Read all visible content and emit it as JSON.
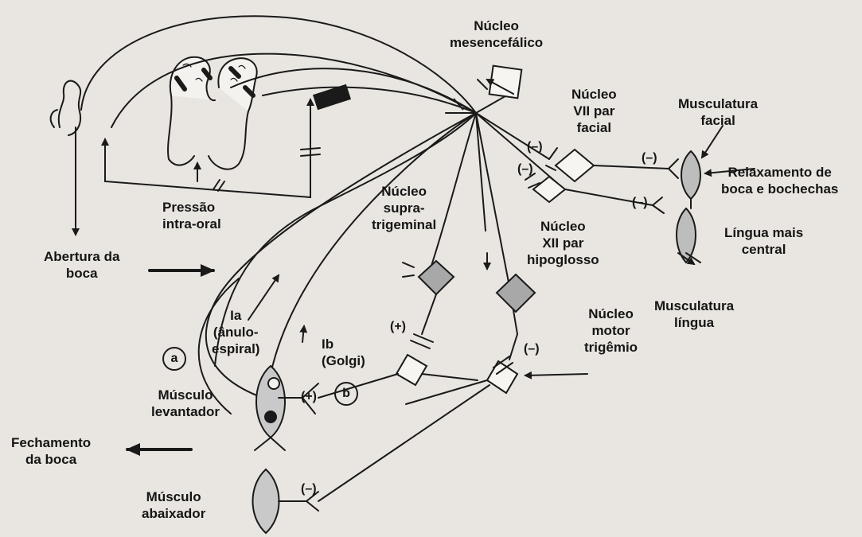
{
  "labels": {
    "nucleo_mesencefalico": "Núcleo\nmesencefálico",
    "nucleo_vii": "Núcleo\nVII par\nfacial",
    "musculatura_facial": "Musculatura\nfacial",
    "relaxamento": "Relaxamento de\nboca e bochechas",
    "nucleo_supratrigeminal": "Núcleo\nsupra-\ntrigeminal",
    "nucleo_xii": "Núcleo\nXII par\nhipoglosso",
    "lingua_central": "Língua mais\ncentral",
    "musculatura_lingua": "Musculatura\nlíngua",
    "nucleo_motor": "Núcleo\nmotor\ntrigêmio",
    "pressao": "Pressão\nintra-oral",
    "abertura": "Abertura da\nboca",
    "ia": "Ia\n(ânulo-\nespiral)",
    "ib": "Ib\n(Golgi)",
    "musculo_levantador": "Músculo\nlevantador",
    "fechamento": "Fechamento\nda boca",
    "musculo_abaixador": "Músculo\nabaixador"
  },
  "signs": {
    "vii_a": "(–)",
    "vii_b": "(–)",
    "facial": "(–)",
    "lingua": "(–)",
    "supra": "(+)",
    "motor": "(–)",
    "lev": "(+)",
    "abx": "(–)"
  },
  "markers": {
    "a": "a",
    "b": "b"
  }
}
